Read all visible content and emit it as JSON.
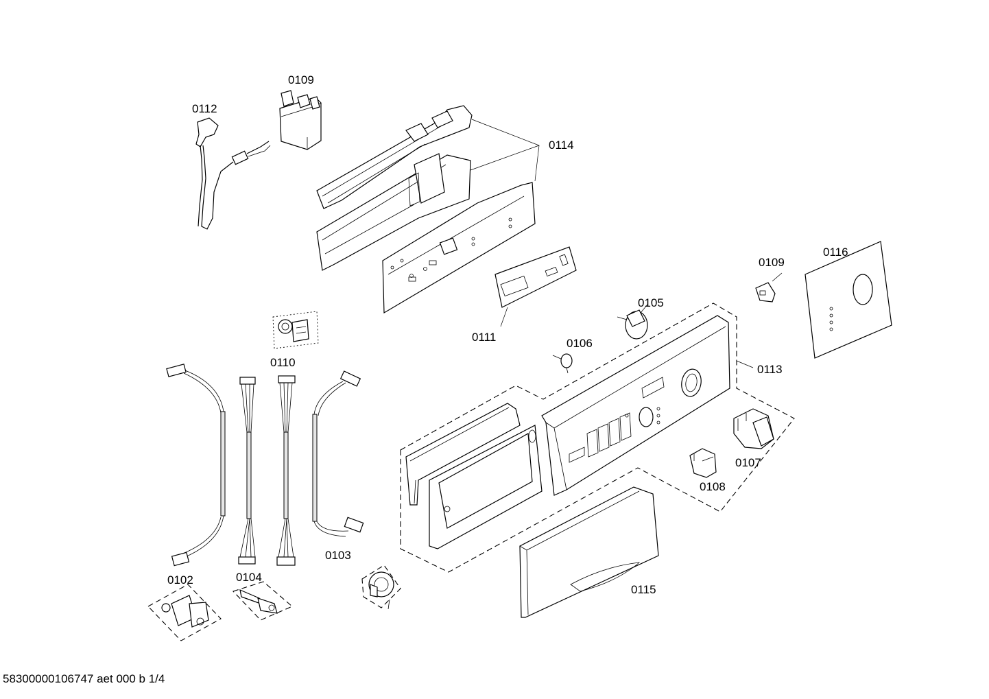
{
  "labels": {
    "p0112": "0112",
    "p0109_top": "0109",
    "p0114": "0114",
    "p0111": "0111",
    "p0110": "0110",
    "p0105": "0105",
    "p0106": "0106",
    "p0109_right": "0109",
    "p0116": "0116",
    "p0113": "0113",
    "p0107": "0107",
    "p0108": "0108",
    "p0115": "0115",
    "p0102": "0102",
    "p0104": "0104",
    "p0103": "0103"
  },
  "footer": "58300000106747 aet 000 b 1/4"
}
